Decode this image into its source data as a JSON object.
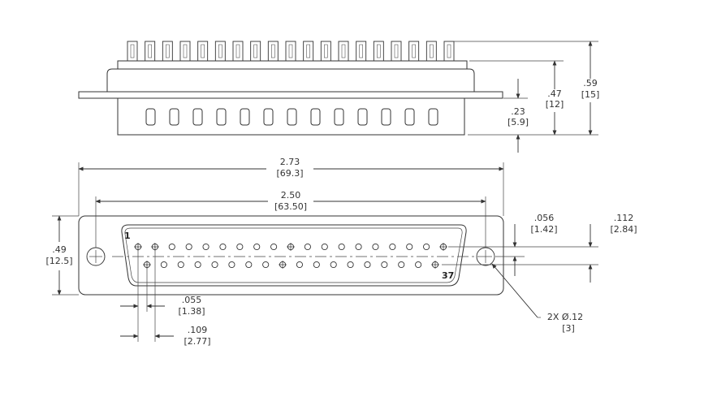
{
  "pins": {
    "first_label": "1",
    "last_label": "37",
    "top_row_count": 19,
    "bottom_row_count": 18
  },
  "side_view": {
    "height_total": {
      "in": ".59",
      "mm": "[15]"
    },
    "height_mid": {
      "in": ".47",
      "mm": "[12]"
    },
    "height_shell": {
      "in": ".23",
      "mm": "[5.9]"
    }
  },
  "front_view": {
    "overall_width": {
      "in": "2.73",
      "mm": "[69.3]"
    },
    "hole_spacing": {
      "in": "2.50",
      "mm": "[63.50]"
    },
    "height": {
      "in": ".49",
      "mm": "[12.5]"
    },
    "row_offset_a": {
      "in": ".056",
      "mm": "[1.42]"
    },
    "row_pitch": {
      "in": ".112",
      "mm": "[2.84]"
    },
    "pin_offset": {
      "in": ".055",
      "mm": "[1.38]"
    },
    "pin_pitch": {
      "in": ".109",
      "mm": "[2.77]"
    },
    "mount_hole": {
      "line1": "2X Ø.12",
      "mm": "[3]"
    }
  }
}
